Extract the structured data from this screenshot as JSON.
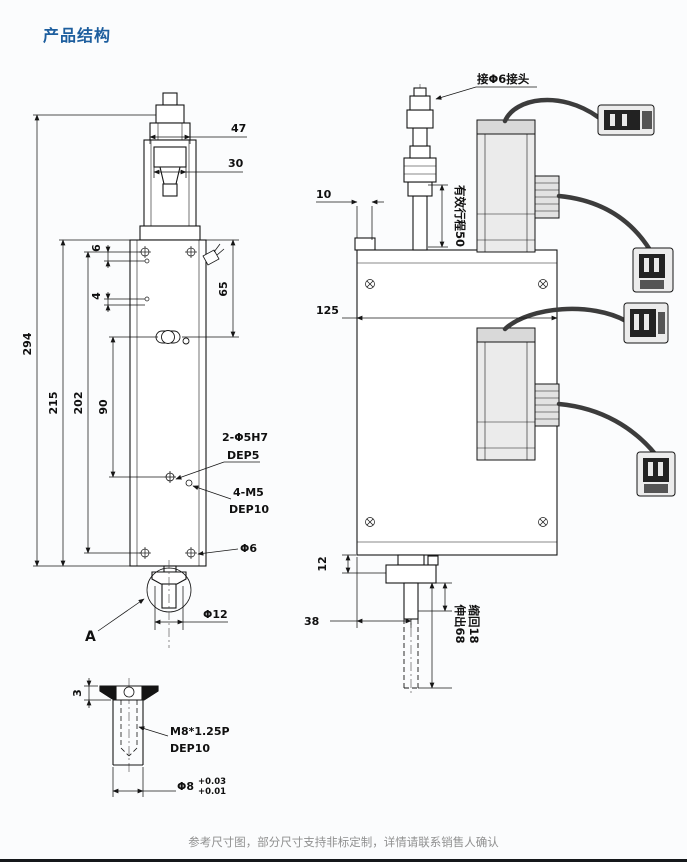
{
  "page": {
    "title": "产品结构",
    "footer": "参考尺寸图，部分尺寸支持非标定制，详情请联系销售人确认",
    "colors": {
      "accent": "#1d5e9e",
      "line": "#161616",
      "footer_text": "#8f8f8f"
    }
  },
  "front_view": {
    "dim_overall": "294",
    "dim_body": "215",
    "dim_holes": "202",
    "dim_slot": "90",
    "dim_4": "4",
    "dim_6": "6",
    "dim_top_width": "47",
    "dim_connector": "30",
    "dim_65": "65",
    "pin_note": "2-Φ5H7",
    "pin_note_depth": "DEP5",
    "screw_note": "4-M5",
    "screw_note_depth": "DEP10",
    "dia6": "Φ6",
    "dia12": "Φ12",
    "detail_label": "A"
  },
  "detail_a": {
    "dim_head": "3",
    "thread": "M8*1.25P",
    "thread_depth": "DEP10",
    "dia8": "Φ8",
    "tol_upper": "+0.03",
    "tol_lower": "+0.01"
  },
  "side_view": {
    "fitting_note": "接Φ6接头",
    "stroke_note": "有效行程50",
    "dim_offset": "10",
    "dim_width": "125",
    "dim_12": "12",
    "dim_38": "38",
    "extend_note": "伸出68",
    "retract_note": "缩回18"
  }
}
